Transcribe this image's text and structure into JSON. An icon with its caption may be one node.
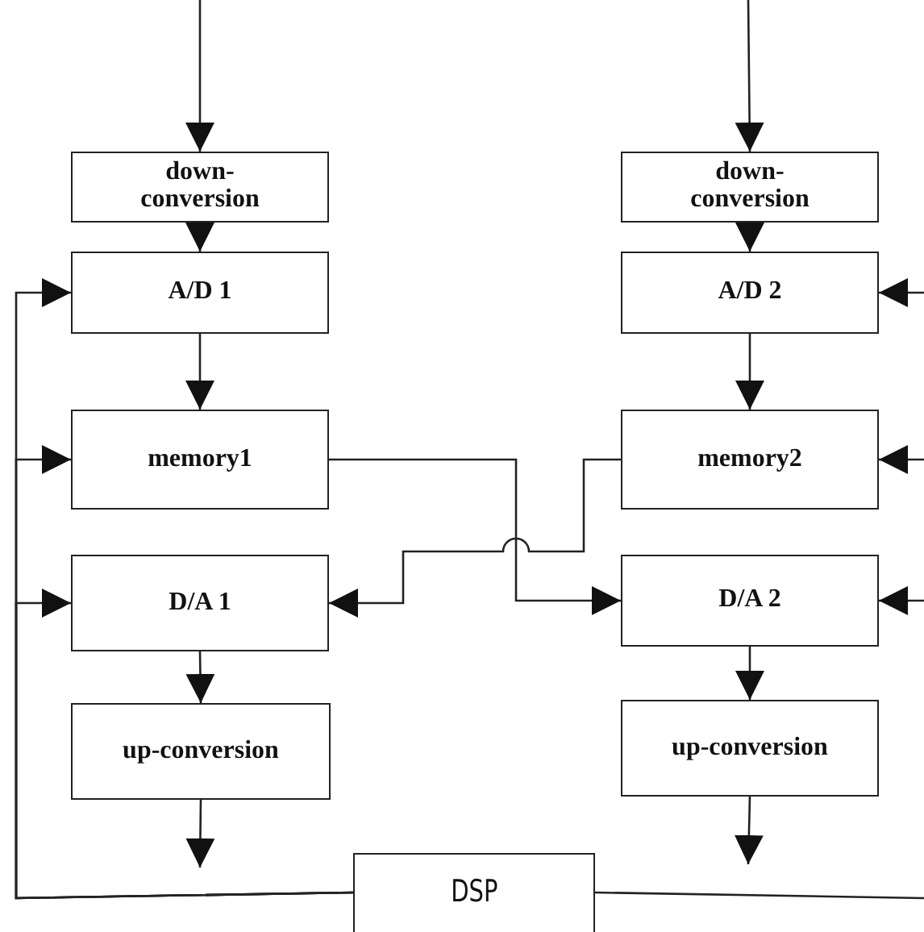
{
  "diagram": {
    "nodes": [
      {
        "text": [
          "down-conversion"
        ]
      },
      {
        "text": [
          "down-conversion"
        ]
      },
      {
        "text": [
          "A/D 1"
        ]
      },
      {
        "text": [
          "A/D 2"
        ]
      },
      {
        "text": [
          "memory1"
        ]
      },
      {
        "text": [
          "memory2"
        ]
      },
      {
        "text": [
          "D/A 1"
        ]
      },
      {
        "text": [
          "D/A 2"
        ]
      },
      {
        "text": [
          "up-conversion"
        ]
      },
      {
        "text": [
          "up-conversion"
        ]
      },
      {
        "text": [
          "DSP"
        ]
      }
    ],
    "edges": [
      {
        "from": null,
        "to": 0,
        "arrow": "to"
      },
      {
        "from": null,
        "to": 1,
        "arrow": "to"
      },
      {
        "from": 0,
        "to": 2,
        "arrow": "to"
      },
      {
        "from": 1,
        "to": 3,
        "arrow": "to"
      },
      {
        "from": 2,
        "to": 4,
        "arrow": "to"
      },
      {
        "from": 3,
        "to": 5,
        "arrow": "to"
      },
      {
        "from": 4,
        "to": 7,
        "arrow": "to"
      },
      {
        "from": 5,
        "to": 6,
        "arrow": "to"
      },
      {
        "from": 6,
        "to": 8,
        "arrow": "to"
      },
      {
        "from": 7,
        "to": 9,
        "arrow": "to"
      },
      {
        "from": 8,
        "to": null,
        "arrow": "to"
      },
      {
        "from": 9,
        "to": null,
        "arrow": "to"
      },
      {
        "from": 10,
        "to": 2,
        "arrow": "to"
      },
      {
        "from": 10,
        "to": 4,
        "arrow": "to"
      },
      {
        "from": 10,
        "to": 6,
        "arrow": "to"
      },
      {
        "from": null,
        "to": 3,
        "arrow": "to"
      },
      {
        "from": null,
        "to": 5,
        "arrow": "to"
      },
      {
        "from": null,
        "to": 7,
        "arrow": "to"
      },
      {
        "from": 10,
        "to": null,
        "arrow": "none"
      }
    ]
  }
}
